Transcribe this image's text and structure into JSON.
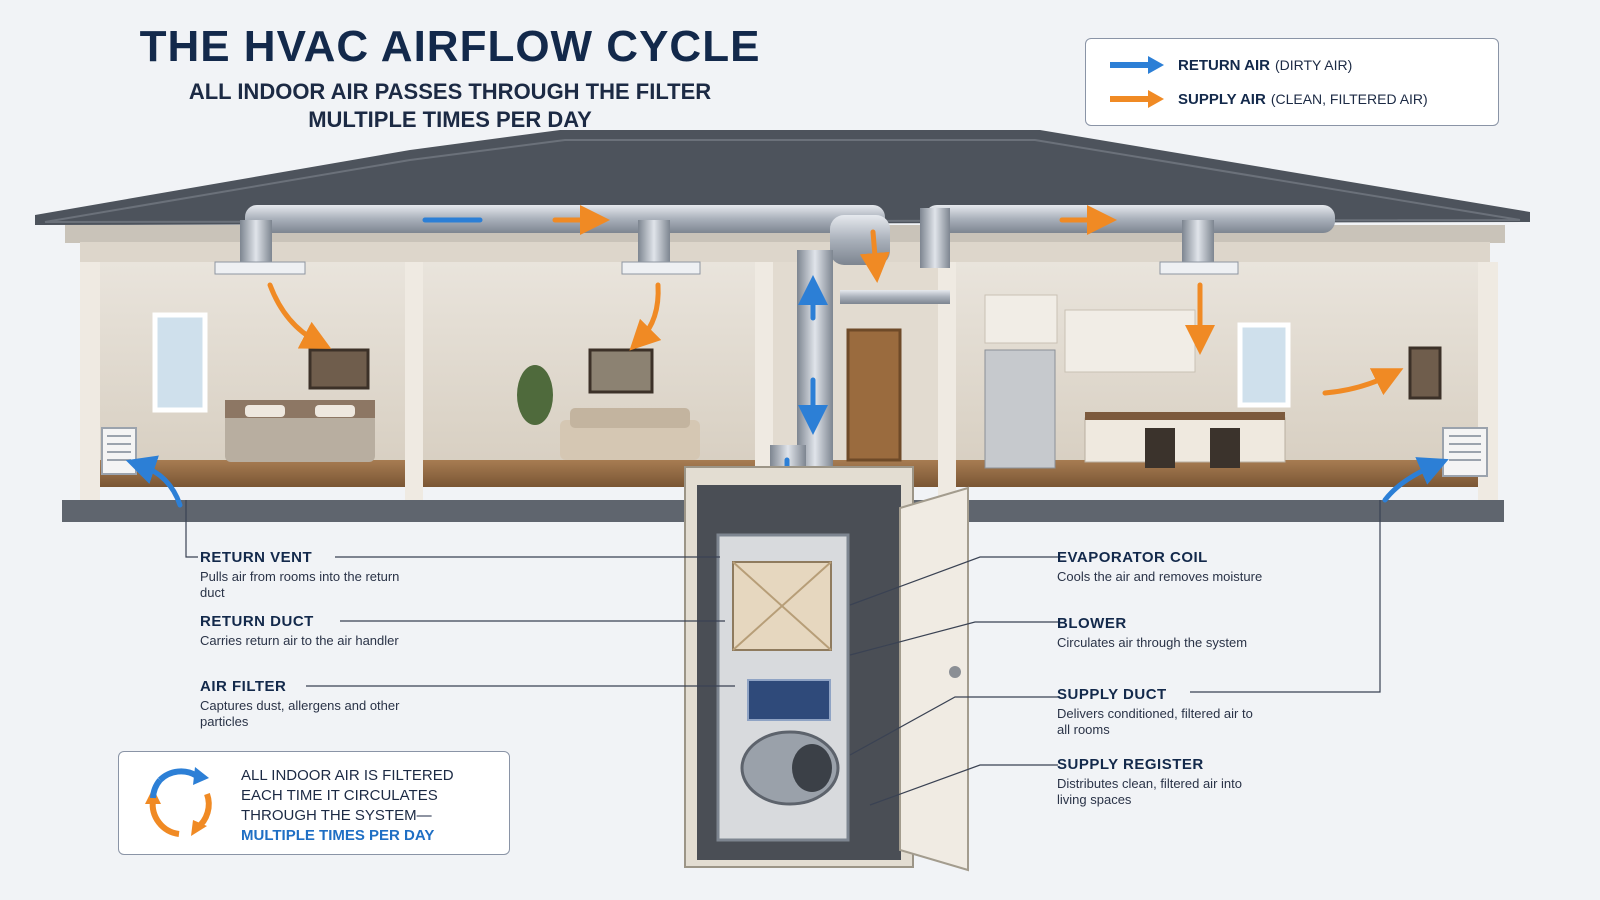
{
  "header": {
    "title": "THE HVAC AIRFLOW CYCLE",
    "subtitle_line1": "ALL INDOOR AIR PASSES THROUGH THE FILTER",
    "subtitle_line2": "MULTIPLE TIMES PER DAY"
  },
  "legend": {
    "return_label": "RETURN AIR",
    "return_sub": "(DIRTY AIR)",
    "supply_label": "SUPPLY AIR",
    "supply_sub": "(CLEAN, FILTERED AIR)",
    "return_color": "#2c7fd6",
    "supply_color": "#f08a24"
  },
  "left_callouts": [
    {
      "title": "RETURN VENT",
      "desc": "Pulls air from rooms into the return duct"
    },
    {
      "title": "RETURN DUCT",
      "desc": "Carries return air to the air handler"
    },
    {
      "title": "AIR FILTER",
      "desc": "Captures dust, allergens and other particles"
    }
  ],
  "right_callouts": [
    {
      "title": "EVAPORATOR COIL",
      "desc": "Cools the air and removes moisture"
    },
    {
      "title": "BLOWER",
      "desc": "Circulates air through the system"
    },
    {
      "title": "SUPPLY DUCT",
      "desc": "Delivers conditioned, filtered air to all rooms"
    },
    {
      "title": "SUPPLY REGISTER",
      "desc": "Distributes clean, filtered air into living spaces"
    }
  ],
  "note": {
    "line1": "ALL INDOOR AIR IS FILTERED",
    "line2": "EACH TIME IT CIRCULATES",
    "line3": "THROUGH THE SYSTEM—",
    "highlight": "MULTIPLE TIMES PER DAY"
  },
  "icons": [
    "return-arrow-icon",
    "supply-arrow-icon",
    "cycle-icon"
  ]
}
